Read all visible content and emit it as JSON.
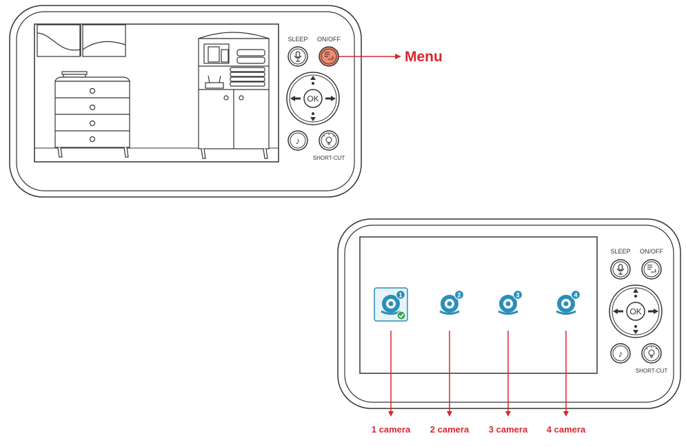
{
  "top_monitor": {
    "sleep_label": "SLEEP",
    "onoff_label": "ON/OFF",
    "ok_label": "OK",
    "shortcut_label": "SHORT-CUT",
    "callout_label": "Menu"
  },
  "bottom_monitor": {
    "sleep_label": "SLEEP",
    "onoff_label": "ON/OFF",
    "ok_label": "OK",
    "shortcut_label": "SHORT-CUT",
    "cameras": [
      {
        "number": "1",
        "caption": "1 camera",
        "selected": true
      },
      {
        "number": "2",
        "caption": "2 camera",
        "selected": false
      },
      {
        "number": "3",
        "caption": "3 camera",
        "selected": false
      },
      {
        "number": "4",
        "caption": "4 camera",
        "selected": false
      }
    ]
  },
  "colors": {
    "accent_red": "#d8262f",
    "highlight_button": "#f08a6e",
    "camera_blue": "#2a8fb9",
    "check_green": "#2fa84f",
    "outline": "#333333"
  }
}
